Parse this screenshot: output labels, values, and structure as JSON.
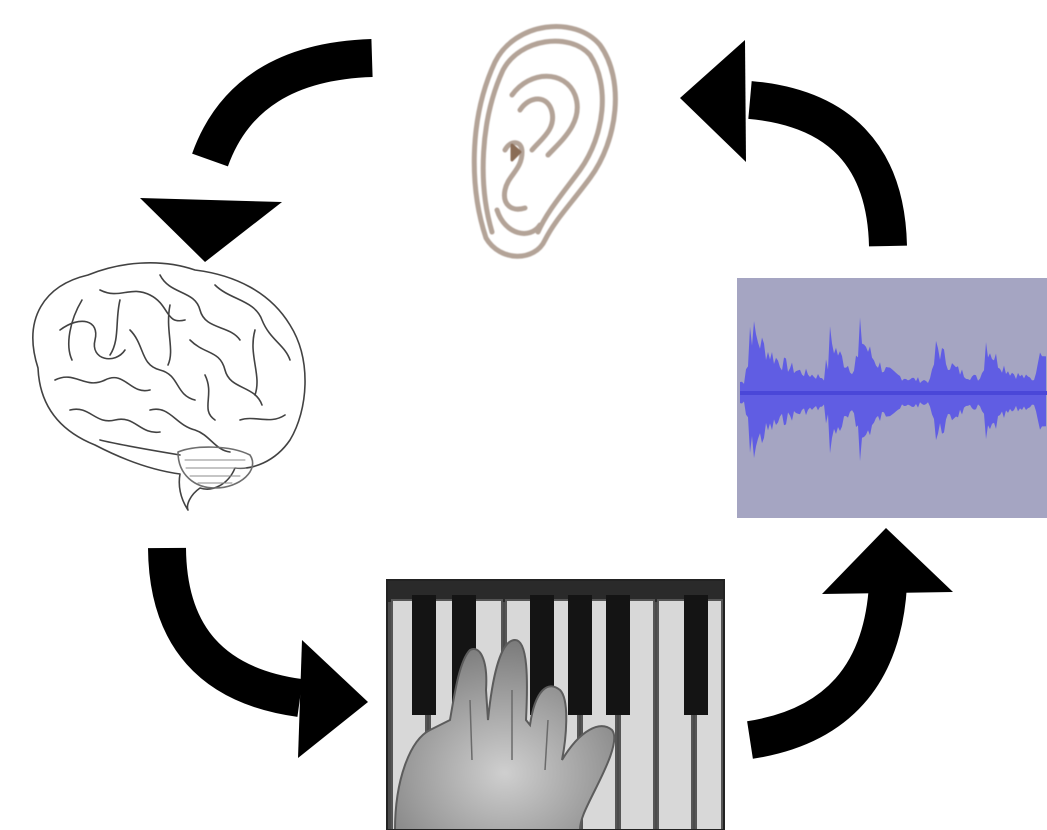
{
  "diagram": {
    "kind": "feedback-cycle",
    "nodes": [
      {
        "id": "ear",
        "icon": "ear-icon"
      },
      {
        "id": "brain",
        "icon": "brain-icon"
      },
      {
        "id": "piano",
        "icon": "piano-hands-image"
      },
      {
        "id": "waveform",
        "icon": "sound-waveform-image"
      }
    ],
    "flow": [
      "ear",
      "brain",
      "piano",
      "waveform",
      "ear"
    ],
    "colors": {
      "arrow": "#000000",
      "ear_outline": "#b0a094",
      "waveform_bg": "#a5a5c2",
      "waveform_signal": "#5a57e6",
      "piano_bg": "#6e6e6e"
    }
  }
}
